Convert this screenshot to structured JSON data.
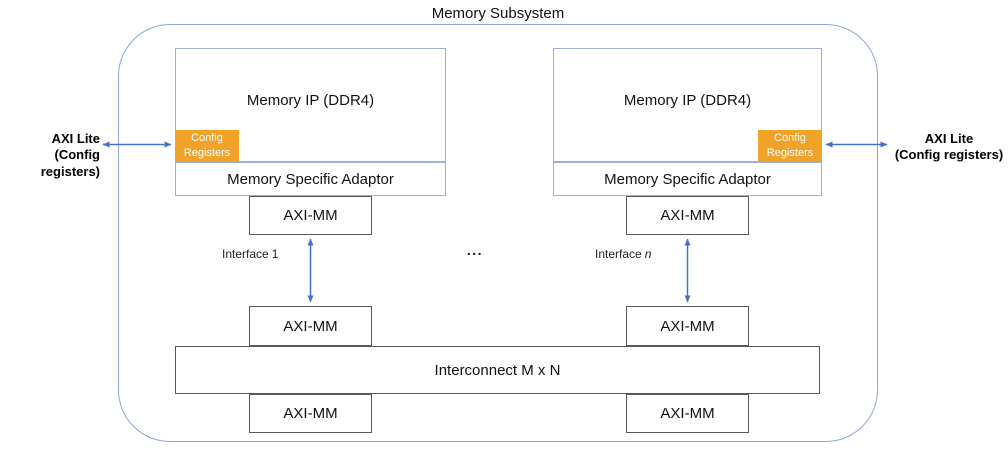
{
  "diagram": {
    "title": "Memory Subsystem",
    "dots": "...",
    "interconnect": {
      "label": "Interconnect M x N"
    },
    "blocks": [
      {
        "ip_label": "Memory IP (DDR4)",
        "config_line1": "Config",
        "config_line2": "Registers",
        "adaptor_label": "Memory Specific Adaptor",
        "axi_mm_adaptor": "AXI-MM",
        "axi_mm_interconnect_top": "AXI-MM",
        "axi_mm_interconnect_bottom": "AXI-MM",
        "interface_prefix": "Interface",
        "interface_var": "1"
      },
      {
        "ip_label": "Memory IP (DDR4)",
        "config_line1": "Config",
        "config_line2": "Registers",
        "adaptor_label": "Memory Specific Adaptor",
        "axi_mm_adaptor": "AXI-MM",
        "axi_mm_interconnect_top": "AXI-MM",
        "axi_mm_interconnect_bottom": "AXI-MM",
        "interface_prefix": "Interface",
        "interface_var": "n"
      }
    ],
    "side_labels": {
      "left": {
        "line1": "AXI Lite",
        "line2": "(Config registers)"
      },
      "right": {
        "line1": "AXI Lite",
        "line2": "(Config registers)"
      }
    },
    "colors": {
      "container_border": "#8FA8D8",
      "block_border": "#9DB0DA",
      "dark_border": "#595959",
      "config_fill": "#F0A328",
      "config_text": "#FFFFFF",
      "arrow": "#4472C4"
    }
  }
}
